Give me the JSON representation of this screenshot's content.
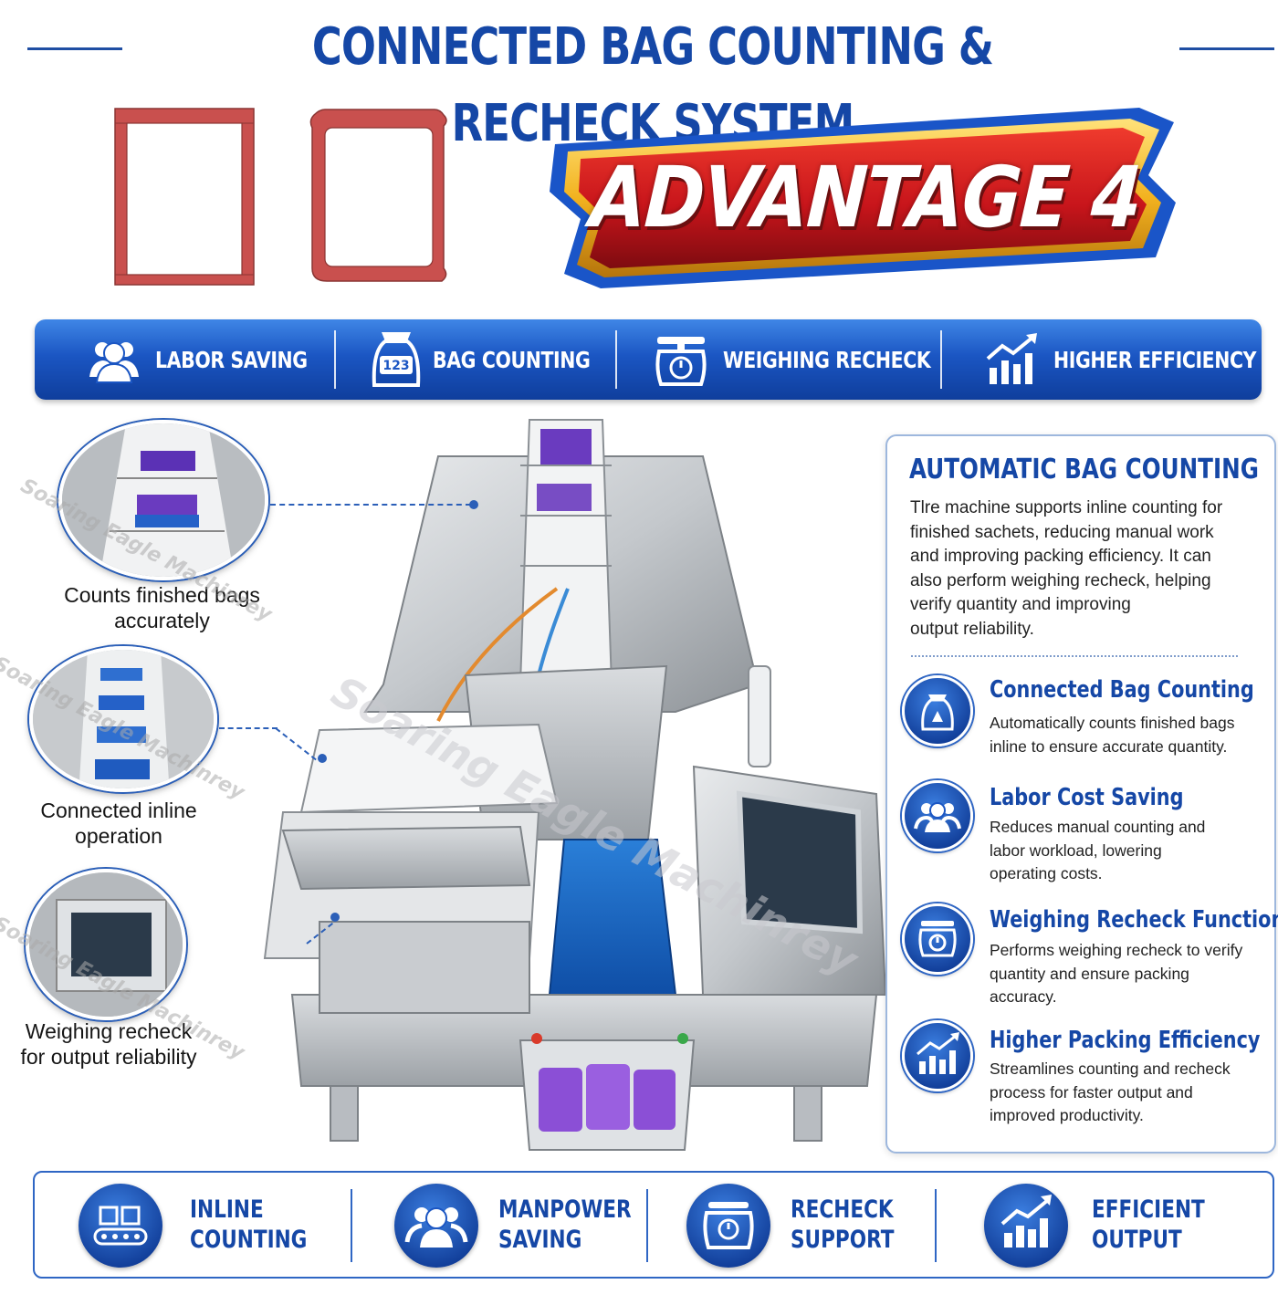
{
  "page": {
    "title": "CONNECTED BAG COUNTING & RECHECK SYSTEM",
    "advantage_banner": "ADVANTAGE 4"
  },
  "colors": {
    "brand_blue": "#1547a6",
    "bar_blue": "#1b56c3",
    "banner_red": "#c8151b",
    "banner_gold": "#f2b21f",
    "bag_outline_red": "#c9504e"
  },
  "feature_bar": {
    "items": [
      {
        "label": "LABOR SAVING",
        "icon": "people-icon"
      },
      {
        "label": "BAG COUNTING",
        "icon": "counting-bag-icon",
        "icon_text": "123"
      },
      {
        "label": "WEIGHING RECHECK",
        "icon": "scale-icon"
      },
      {
        "label": "HIGHER EFFICIENCY",
        "icon": "growth-chart-icon"
      }
    ]
  },
  "callouts": [
    {
      "caption_line1": "Counts finished bags",
      "caption_line2": "accurately"
    },
    {
      "caption_line1": "Connected inline",
      "caption_line2": "operation"
    },
    {
      "caption_line1": "Weighing recheck",
      "caption_line2": "for output reliability"
    }
  ],
  "watermark": "Soaring Eagle Machinrey",
  "panel": {
    "title": "AUTOMATIC BAG COUNTING",
    "body_lines": [
      "Tlre machine supports inline counting for",
      "finished sachets, reducing manual work",
      "and improving packing efficiency. It can",
      "also perform weighing recheck, helping",
      "verify quantity and improving",
      "output reliability."
    ],
    "items": [
      {
        "title": "Connected Bag Counting",
        "icon": "counting-bag-icon",
        "lines": [
          "Automatically counts finished bags",
          "inline to ensure accurate quantity."
        ]
      },
      {
        "title": "Labor Cost Saving",
        "icon": "people-icon",
        "lines": [
          "Reduces manual counting and",
          "labor workload, lowering",
          "operating costs."
        ]
      },
      {
        "title": "Weighing Recheck Function",
        "icon": "scale-icon",
        "lines": [
          "Performs weighing recheck to verify",
          "quantity and ensure packing",
          "accuracy."
        ]
      },
      {
        "title": "Higher Packing Efficiency",
        "icon": "growth-chart-icon",
        "lines": [
          "Streamlines counting and recheck",
          "process for faster output and",
          "improved productivity."
        ]
      }
    ]
  },
  "bottom_bar": {
    "items": [
      {
        "line1": "INLINE",
        "line2": "COUNTING",
        "icon": "conveyor-boxes-icon"
      },
      {
        "line1": "MANPOWER",
        "line2": "SAVING",
        "icon": "people-icon"
      },
      {
        "line1": "RECHECK",
        "line2": "SUPPORT",
        "icon": "scale-icon"
      },
      {
        "line1": "EFFICIENT",
        "line2": "OUTPUT",
        "icon": "growth-chart-icon"
      }
    ]
  }
}
